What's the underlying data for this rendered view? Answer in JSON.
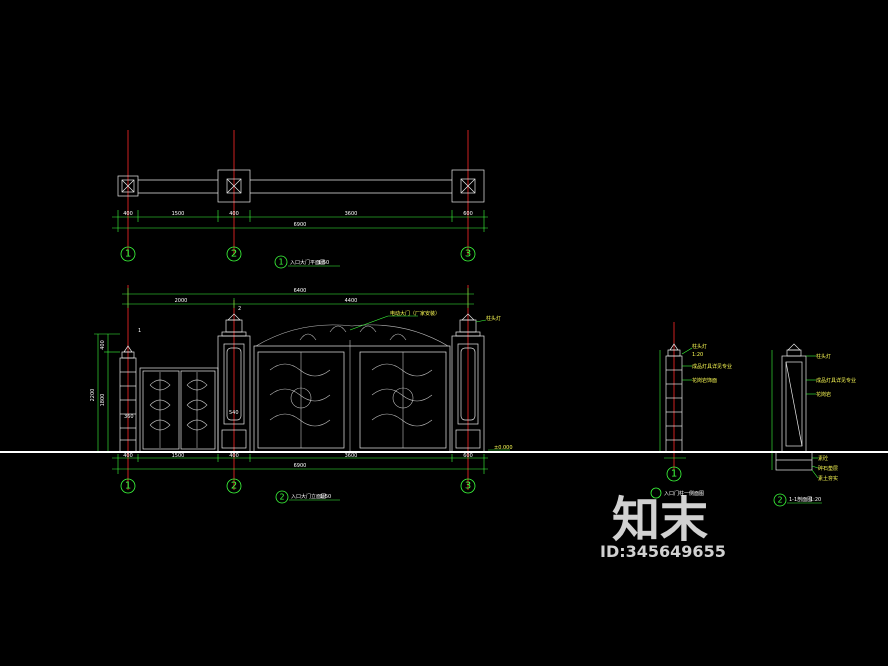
{
  "plan": {
    "title": "入口大门平面图",
    "scale": "1:50",
    "dims_segments": [
      "400",
      "1500",
      "400",
      "3600",
      "600"
    ],
    "dim_total": "6900",
    "axes": [
      "1",
      "2",
      "3"
    ]
  },
  "elevation": {
    "title": "入口大门立面图",
    "scale": "1:50",
    "top_dims": [
      "2000",
      "4400"
    ],
    "top_total": "6400",
    "bottom_dims": [
      "400",
      "1500",
      "400",
      "3600",
      "600"
    ],
    "bottom_total": "6900",
    "height_dims": [
      "400",
      "1800",
      "2200"
    ],
    "inner_dims": [
      "540",
      "360"
    ],
    "labels": {
      "gate": "电动大门（厂家安装）",
      "lamp": "柱头灯",
      "level": "±0.000",
      "axis_mark_1": "1",
      "axis_mark_2": "2"
    },
    "axes": [
      "1",
      "2",
      "3"
    ]
  },
  "detail_column": {
    "title": "入口门柱一侧面图",
    "axis": "1",
    "notes": [
      "柱头灯",
      "1:20",
      "成品灯具详见专业",
      "花岗岩饰面"
    ]
  },
  "detail_section": {
    "title": "1-1剖面图",
    "scale": "1:20",
    "axis": "2",
    "notes": [
      "柱头灯",
      "成品灯具详见专业",
      "花岗岩",
      "素砼",
      "碎石垫层",
      "素土夯实"
    ]
  },
  "watermark": {
    "brand": "知末",
    "id_text": "ID:345649655"
  },
  "colors": {
    "background": "#000000",
    "dimension": "#3cff3c",
    "axis_line": "#ff2a2a",
    "linework": "#e8e8e8",
    "ground_line": "#ffffff"
  }
}
